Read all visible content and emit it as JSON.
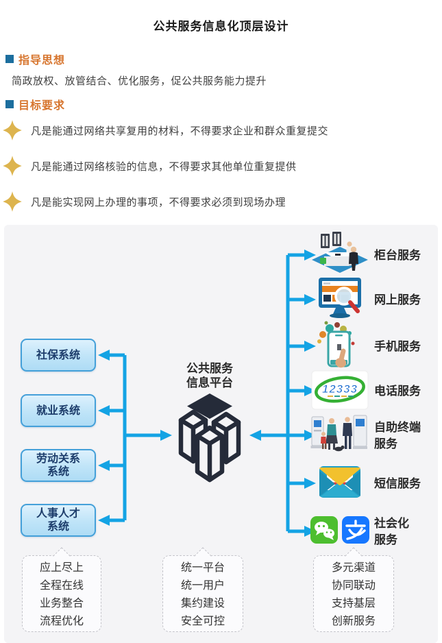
{
  "colors": {
    "accent": "#14a3e4",
    "panelBg": "#f4f4f6",
    "sectionTitle": "#d7752e",
    "bulletSquare": "#1c6e9e",
    "star": "#ddb44e",
    "boxBorder": "#44a0d9",
    "boxText": "#1d3d6b",
    "labelText": "#2b2b2b",
    "cube": "#252b39",
    "wechatGreen": "#4dbe2f",
    "alipayBlue": "#1677ff",
    "logoBlue": "#1f6fd0",
    "logoGreen": "#35b034"
  },
  "header": {
    "title": "公共服务信息化顶层设计",
    "section1": {
      "label": "指导思想",
      "body": "简政放权、放管结合、优化服务，促公共服务能力提升"
    },
    "section2": {
      "label": "目标要求"
    },
    "goals": [
      "凡是能通过网络共享复用的材料，不得要求企业和群众重复提交",
      "凡是能通过网络核验的信息，不得要求其他单位重复提供",
      "凡是能实现网上办理的事项，不得要求必须到现场办理"
    ]
  },
  "diagram": {
    "systems": [
      "社保系统",
      "就业系统",
      "劳动关系\n系统",
      "人事人才\n系统"
    ],
    "platform": "公共服务\n信息平台",
    "services": [
      "柜台服务",
      "网上服务",
      "手机服务",
      "电话服务",
      "自助终端\n服务",
      "短信服务",
      "社会化\n服务"
    ],
    "phone_logo": "12333",
    "notes": [
      "应上尽上\n全程在线\n业务整合\n流程优化",
      "统一平台\n统一用户\n集约建设\n安全可控",
      "多元渠道\n协同联动\n支持基层\n创新服务"
    ]
  }
}
